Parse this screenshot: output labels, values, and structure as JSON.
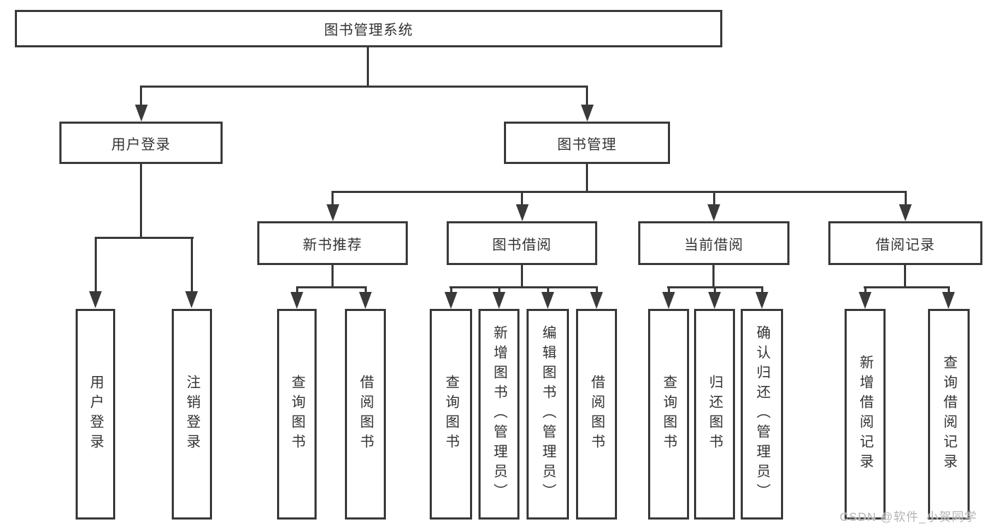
{
  "diagram": {
    "title": "图书管理系统",
    "branches": [
      {
        "label": "用户登录",
        "children": [
          {
            "label": "用户登录"
          },
          {
            "label": "注销登录"
          }
        ]
      },
      {
        "label": "图书管理",
        "groups": [
          {
            "label": "新书推荐",
            "children": [
              {
                "label": "查询图书"
              },
              {
                "label": "借阅图书"
              }
            ]
          },
          {
            "label": "图书借阅",
            "children": [
              {
                "label": "查询图书"
              },
              {
                "label": "新增图书（管理员）"
              },
              {
                "label": "编辑图书（管理员）"
              },
              {
                "label": "借阅图书"
              }
            ]
          },
          {
            "label": "当前借阅",
            "children": [
              {
                "label": "查询图书"
              },
              {
                "label": "归还图书"
              },
              {
                "label": "确认归还（管理员）"
              }
            ]
          },
          {
            "label": "借阅记录",
            "children": [
              {
                "label": "新增借阅记录"
              },
              {
                "label": "查询借阅记录"
              }
            ]
          }
        ]
      }
    ]
  },
  "watermark": {
    "text": "CSDN @软件_小贺同学"
  },
  "colors": {
    "line": "#3a3a3a",
    "text": "#333333",
    "background": "#ffffff",
    "watermark": "#b5b5b5"
  }
}
